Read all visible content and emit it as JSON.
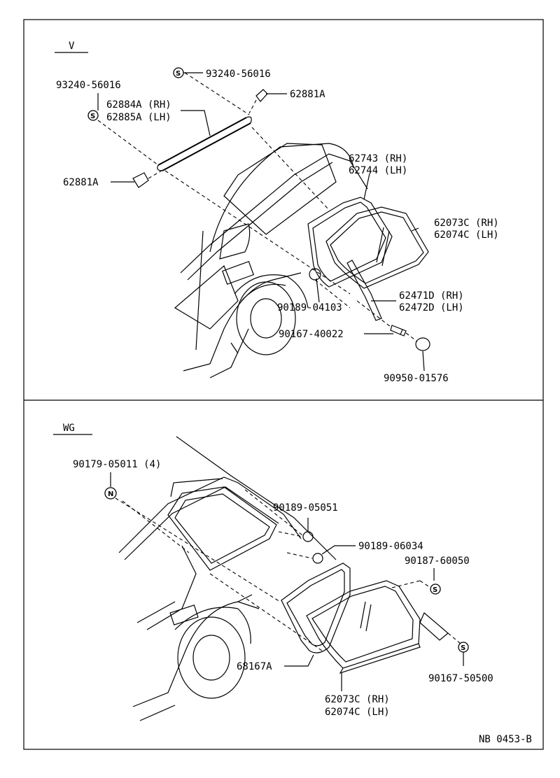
{
  "diagram": {
    "upper_section": {
      "variant": "V",
      "callouts": {
        "bolt_top": "93240-56016",
        "bolt_left": "93240-56016",
        "rail_rh": "62884A (RH)",
        "rail_lh": "62885A (LH)",
        "cap_top": "62881A",
        "cap_left": "62881A",
        "seal_rh": "62743 (RH)",
        "seal_lh": "62744 (LH)",
        "glass_rh": "62073C (RH)",
        "glass_lh": "62074C (LH)",
        "garnish_rh": "62471D (RH)",
        "garnish_lh": "62472D (LH)",
        "clip_a": "90189-04103",
        "screw": "90167-40022",
        "cap_round": "90950-01576"
      },
      "symbols": {
        "bolt_mark": "S"
      }
    },
    "lower_section": {
      "variant": "WG",
      "callouts": {
        "nut_qty": "90179-05011 (4)",
        "clip_b": "90189-05051",
        "clip_c": "90189-06034",
        "screw_top": "90187-60050",
        "screw_bottom": "90167-50500",
        "weatherstrip": "68167A",
        "glass_rh": "62073C (RH)",
        "glass_lh": "62074C (LH)"
      },
      "symbols": {
        "nut_mark": "N",
        "screw_mark": "S"
      }
    },
    "footer_code": "NB 0453-B"
  }
}
